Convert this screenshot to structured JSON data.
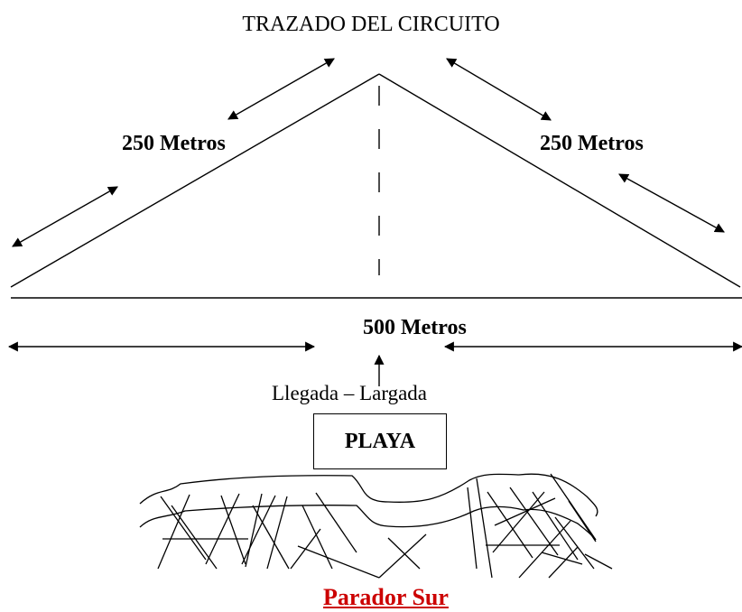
{
  "diagram": {
    "title": "TRAZADO DEL CIRCUITO",
    "left_side_length": "250 Metros",
    "right_side_length": "250 Metros",
    "base_length": "500 Metros",
    "start_finish_label": "Llegada – Largada",
    "beach_label": "PLAYA",
    "place_label": "Parador Sur"
  },
  "colors": {
    "line": "#000000",
    "place_label": "#cc0000"
  }
}
